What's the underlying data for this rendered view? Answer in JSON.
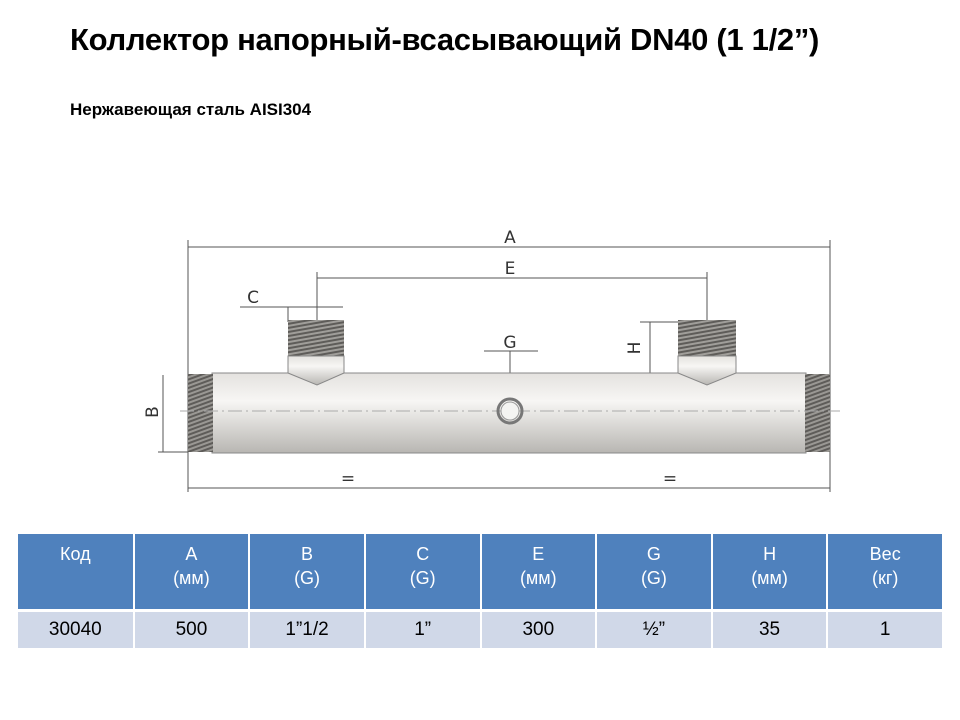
{
  "title": "Коллектор напорный-всасывающий DN40 (1 1/2”)",
  "subtitle": "Нержавеющая сталь AISI304",
  "drawing": {
    "A": "A",
    "E": "E",
    "C": "C",
    "G": "G",
    "H": "H",
    "B": "B",
    "eq1": "=",
    "eq2": "="
  },
  "table": {
    "headers": [
      [
        "Код",
        ""
      ],
      [
        "A",
        "(мм)"
      ],
      [
        "B",
        "(G)"
      ],
      [
        "C",
        "(G)"
      ],
      [
        "E",
        "(мм)"
      ],
      [
        "G",
        "(G)"
      ],
      [
        "H",
        "(мм)"
      ],
      [
        "Вес",
        "(кг)"
      ]
    ],
    "row": [
      "30040",
      "500",
      "1”1/2",
      "1”",
      "300",
      "½”",
      "35",
      "1"
    ]
  }
}
